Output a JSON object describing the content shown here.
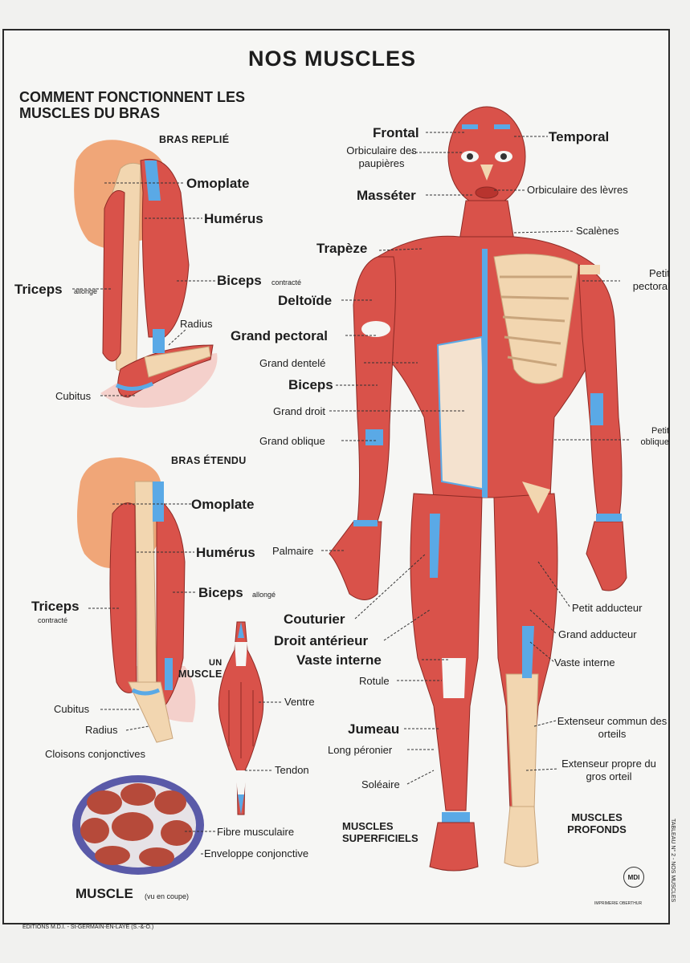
{
  "title": "NOS MUSCLES",
  "subtitle": "COMMENT FONCTIONNENT LES MUSCLES DU BRAS",
  "bras_replie": {
    "heading": "BRAS REPLIÉ",
    "labels": {
      "omoplate": "Omoplate",
      "humerus": "Humérus",
      "triceps": "Triceps",
      "triceps_state": "allongé",
      "biceps": "Biceps",
      "biceps_state": "contracté",
      "radius": "Radius",
      "cubitus": "Cubitus"
    }
  },
  "bras_etendu": {
    "heading": "BRAS ÉTENDU",
    "labels": {
      "omoplate": "Omoplate",
      "humerus": "Humérus",
      "biceps": "Biceps",
      "biceps_state": "allongé",
      "triceps": "Triceps",
      "triceps_state": "contracté",
      "cubitus": "Cubitus",
      "radius": "Radius"
    }
  },
  "un_muscle": {
    "heading_line1": "UN",
    "heading_line2": "MUSCLE",
    "ventre": "Ventre",
    "tendon": "Tendon"
  },
  "muscle_coupe": {
    "cloisons": "Cloisons conjonctives",
    "fibre": "Fibre musculaire",
    "enveloppe": "Enveloppe conjonctive",
    "caption": "MUSCLE",
    "caption_note": "(vu en coupe)"
  },
  "body_labels": {
    "frontal": "Frontal",
    "orbiculaire_paupieres": "Orbiculaire des paupières",
    "masseter": "Masséter",
    "trapeze": "Trapèze",
    "deltoide": "Deltoïde",
    "grand_pectoral": "Grand pectoral",
    "grand_dentele": "Grand dentelé",
    "biceps": "Biceps",
    "grand_droit": "Grand droit",
    "grand_oblique": "Grand oblique",
    "palmaire": "Palmaire",
    "couturier": "Couturier",
    "droit_anterieur": "Droit antérieur",
    "vaste_interne_left": "Vaste interne",
    "rotule": "Rotule",
    "jumeau": "Jumeau",
    "long_peronier": "Long péronier",
    "soleaire": "Soléaire",
    "temporal": "Temporal",
    "orbiculaire_levres": "Orbiculaire des lèvres",
    "scalenes": "Scalènes",
    "petit_pectoral": "Petit pectoral",
    "petit_oblique": "Petit oblique",
    "petit_adducteur": "Petit adducteur",
    "grand_adducteur": "Grand adducteur",
    "vaste_interne_right": "Vaste interne",
    "extenseur_commun": "Extenseur commun des orteils",
    "extenseur_propre": "Extenseur propre du gros orteil"
  },
  "muscles_superficiels": "MUSCLES SUPERFICIELS",
  "muscles_profonds": "MUSCLES PROFONDS",
  "side_text": "TABLEAU N° 2 - NOS MUSCLES",
  "footer_left": "ÉDITIONS M.D.I. - St-GERMAIN-EN-LAYE (S.-&-O.)",
  "footer_right": "IMPRIMERIE OBERTHUR",
  "logo_text": "MDI",
  "colors": {
    "muscle": "#d9524a",
    "muscle_dark": "#b8342e",
    "tendon": "#5aa9e6",
    "bone": "#f2d6b0",
    "scapula": "#f0a678",
    "sheath": "#5a5aa8"
  }
}
